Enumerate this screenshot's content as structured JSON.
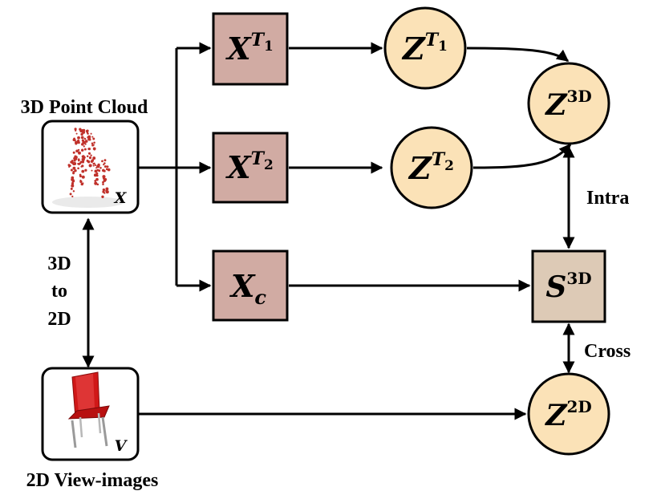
{
  "labels": {
    "point_cloud": "3D Point Cloud",
    "view_images": "2D View-images",
    "link_3d_2d": [
      "3D",
      "to",
      "2D"
    ],
    "intra": "Intra",
    "cross": "Cross"
  },
  "inputs": {
    "point_cloud_symbol": "X",
    "view_image_symbol": "V"
  },
  "nodes": {
    "xt1": {
      "base": "X",
      "sup": "T",
      "sub": "1"
    },
    "xt2": {
      "base": "X",
      "sup": "T",
      "sub": "2"
    },
    "xc": {
      "base": "X",
      "sub": "c"
    },
    "zt1": {
      "base": "Z",
      "sup": "T",
      "sub": "1"
    },
    "zt2": {
      "base": "Z",
      "sup": "T",
      "sub": "2"
    },
    "z3d": {
      "base": "Z",
      "sup": "3D"
    },
    "s3d": {
      "base": "S",
      "sup": "3D"
    },
    "z2d": {
      "base": "Z",
      "sup": "2D"
    }
  },
  "colors": {
    "transform_box": "#d1aba3",
    "feature_circle": "#fbe2b7",
    "similarity_box": "#ddcab6",
    "chair_points": "#c0312b",
    "chair_render": "#d01818"
  }
}
